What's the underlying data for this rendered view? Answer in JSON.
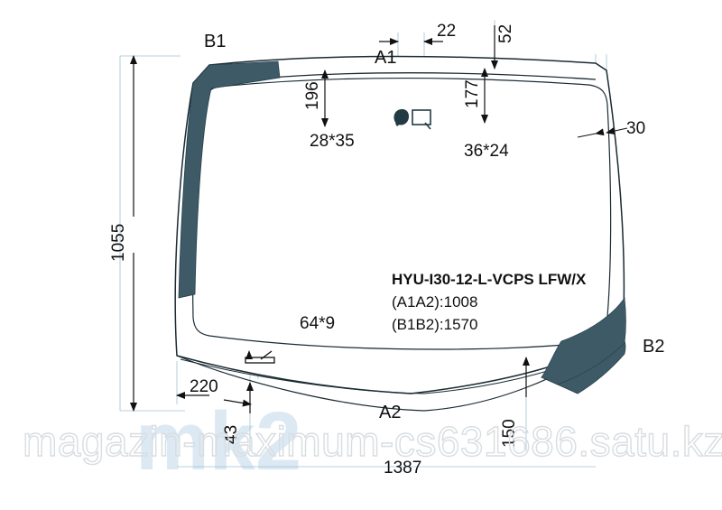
{
  "drawing": {
    "title_block": {
      "part_code": "HYU-I30-12-L-VCPS LFW/X",
      "dim_a1a2": "(A1A2):1008",
      "dim_b1b2": "(B1B2):1570"
    },
    "corner_labels": {
      "b1": "B1",
      "b2": "B2"
    },
    "edge_labels": {
      "a1": "A1",
      "a2": "A2"
    },
    "dimensions": {
      "top_gap": "22",
      "top_right_offset": "52",
      "left_band_height": "196",
      "right_band_height": "177",
      "right_edge_band": "30",
      "overall_height": "1055",
      "overall_width": "1387",
      "bottom_left_offset": "220",
      "bottom_left_drop": "43",
      "bottom_right_drop": "150"
    },
    "feature_callouts": {
      "mirror_pad": "28*35",
      "sensor_bracket": "36*24",
      "bottom_clip": "64*9"
    },
    "icons": {
      "mirror_button": "mirror-pad-icon",
      "sensor_window": "sensor-bracket-icon",
      "bottom_clip": "clip-bracket-icon"
    },
    "colors": {
      "line": "#1a2b33",
      "band_fill": "#3d5a66",
      "dim_line": "#6b8fa8",
      "watermark": "#d8dde1",
      "watermark_big": "#dce9f3"
    }
  },
  "watermark": {
    "text": "magazin-maximum-cs631686.satu.kz",
    "overlay_text": "mk2"
  }
}
